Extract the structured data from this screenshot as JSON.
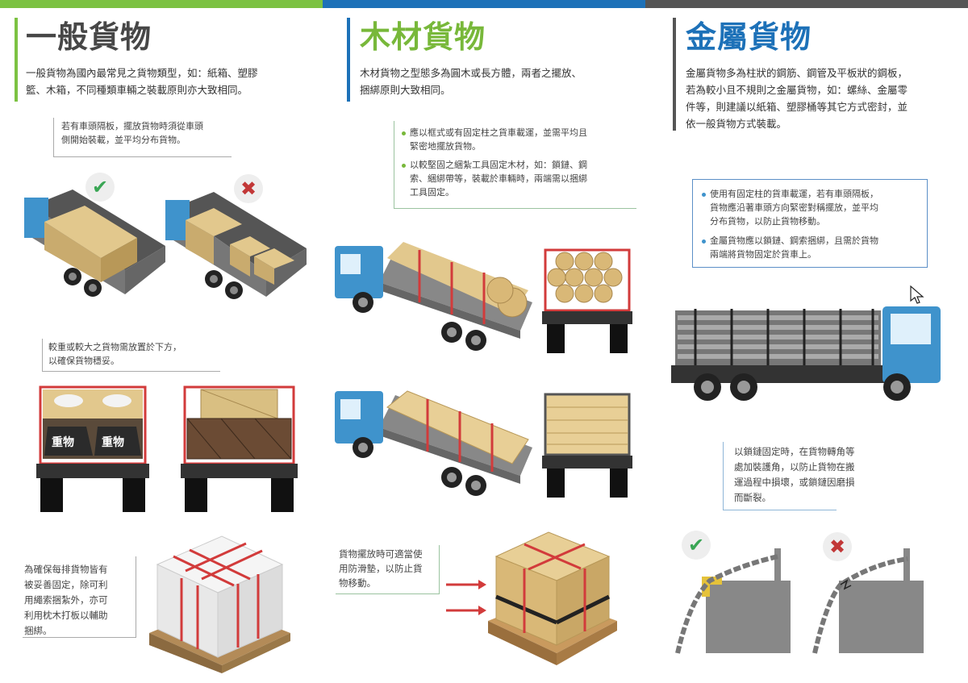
{
  "colors": {
    "general": "#474747",
    "wood": "#78b83a",
    "metal": "#1d71b8",
    "truck_cab": "#3f93cc",
    "strap": "#d23b3b"
  },
  "general": {
    "title": "一般貨物",
    "intro_line1": "一般貨物為國內最常見之貨物類型，如：紙箱、塑膠",
    "intro_line2": "籃、木箱，不同種類車輛之裝載原則亦大致相同。",
    "note1_line1": "若有車頭隔板，擺放貨物時須從車頭",
    "note1_line2": "側開始裝載，並平均分布貨物。",
    "note2_line1": "較重或較大之貨物需放置於下方，",
    "note2_line2": "以確保貨物穩妥。",
    "heavy_label": "重物",
    "note3_line1": "為確保每排貨物皆有",
    "note3_line2": "被妥善固定，除可利",
    "note3_line3": "用繩索捆紮外，亦可",
    "note3_line4": "利用枕木打板以輔助",
    "note3_line5": "捆綁。"
  },
  "wood": {
    "title": "木材貨物",
    "intro_line1": "木材貨物之型態多為圓木或長方體，兩者之擺放、",
    "intro_line2": "捆綁原則大致相同。",
    "b1_line1": "應以框式或有固定柱之貨車載運，並需平均且",
    "b1_line2": "緊密地擺放貨物。",
    "b2_line1": "以較堅固之綑紮工具固定木材，如：鎖鏈、鋼",
    "b2_line2": "索、綑綁帶等，裝載於車輛時，兩端需以捆綁",
    "b2_line3": "工具固定。",
    "note_line1": "貨物擺放時可適當使",
    "note_line2": "用防滑墊，以防止貨",
    "note_line3": "物移動。"
  },
  "metal": {
    "title": "金屬貨物",
    "intro_line1": "金屬貨物多為柱狀的鋼筋、鋼管及平板狀的鋼板，",
    "intro_line2": "若為較小且不規則之金屬貨物，如：螺絲、金屬零",
    "intro_line3": "件等，則建議以紙箱、塑膠桶等其它方式密封，並",
    "intro_line4": "依一般貨物方式裝載。",
    "b1_line1": "使用有固定柱的貨車載運，若有車頭隔板，",
    "b1_line2": "貨物應沿著車頭方向緊密對稱擺放，並平均",
    "b1_line3": "分布貨物，以防止貨物移動。",
    "b2_line1": "金屬貨物應以鎖鏈、鋼索捆綁，且需於貨物",
    "b2_line2": "兩端將貨物固定於貨車上。",
    "note_line1": "以鎖鏈固定時，在貨物轉角等",
    "note_line2": "處加裝護角，以防止貨物在搬",
    "note_line3": "運過程中損壞，或鎖鏈因磨損",
    "note_line4": "而斷裂。"
  },
  "icons": {
    "correct": "check-icon",
    "wrong": "cross-icon",
    "cursor": "mouse-pointer-icon"
  }
}
